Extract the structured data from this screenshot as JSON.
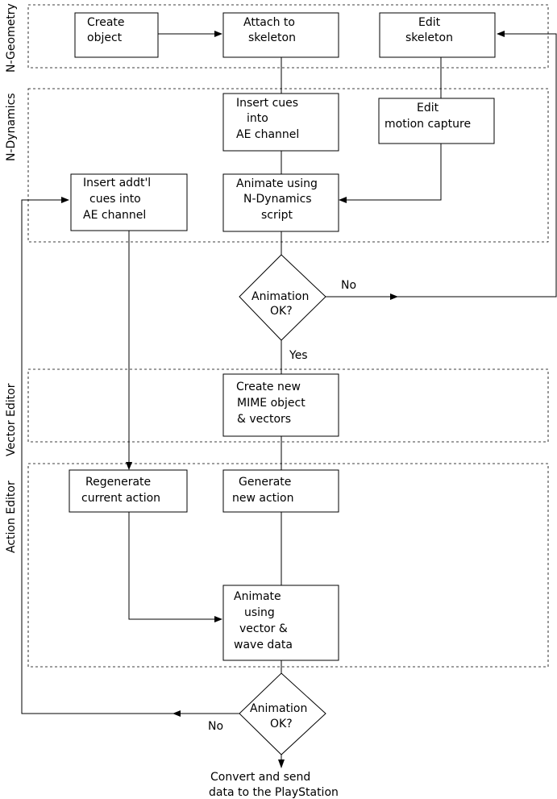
{
  "lanes": {
    "geometry": "N-Geometry",
    "dynamics": "N-Dynamics",
    "vector": "Vector Editor",
    "action": "Action Editor"
  },
  "nodes": {
    "create_object": [
      "Create",
      "object"
    ],
    "attach_skeleton": [
      "Attach to",
      "skeleton"
    ],
    "edit_skeleton": [
      "Edit",
      "skeleton"
    ],
    "insert_cues": [
      "Insert cues",
      "into",
      "AE channel"
    ],
    "edit_mocap": [
      "Edit",
      "motion capture"
    ],
    "insert_addtl_cues": [
      "Insert addt'l",
      "cues into",
      "AE channel"
    ],
    "animate_ndynamics": [
      "Animate using",
      "N-Dynamics",
      "script"
    ],
    "animation_ok_1": [
      "Animation",
      "OK?"
    ],
    "create_mime": [
      "Create new",
      "MIME object",
      "& vectors"
    ],
    "regenerate_action": [
      "Regenerate",
      "current action"
    ],
    "generate_action": [
      "Generate",
      "new action"
    ],
    "animate_vector_wave": [
      "Animate",
      "using",
      "vector &",
      "wave data"
    ],
    "animation_ok_2": [
      "Animation",
      "OK?"
    ],
    "convert_send": [
      "Convert and send",
      "data to the PlayStation"
    ]
  },
  "edge_labels": {
    "no_1": "No",
    "yes_1": "Yes",
    "no_2": "No"
  }
}
